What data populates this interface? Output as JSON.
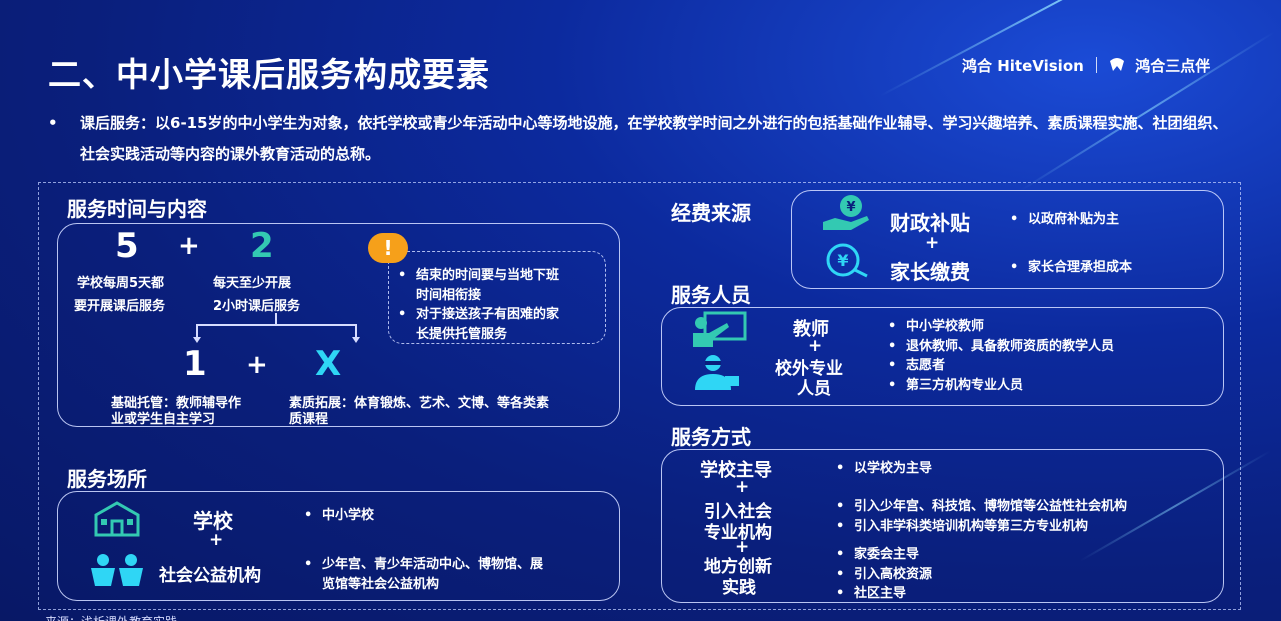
{
  "header": {
    "title": "二、中小学课后服务构成要素",
    "logo_hitevision": "鸿合 HiteVision",
    "logo_partner": "鸿合三点伴"
  },
  "intro": {
    "bullet": "•",
    "text": "课后服务：以6-15岁的中小学生为对象，依托学校或青少年活动中心等场地设施，在学校教学时间之外进行的包括基础作业辅导、学习兴趣培养、素质课程实施、社团组织、社会实践活动等内容的课外教育活动的总称。"
  },
  "time_content": {
    "heading": "服务时间与内容",
    "num_5": "5",
    "plus_1": "+",
    "num_2": "2",
    "desc_5_line1": "学校每周5天都",
    "desc_5_line2": "要开展课后服务",
    "desc_2_line1": "每天至少开展",
    "desc_2_line2": "2小时课后服务",
    "num_1": "1",
    "plus_2": "+",
    "num_x": "X",
    "desc_1_line1": "基础托管：教师辅导作",
    "desc_1_line2": "业或学生自主学习",
    "desc_x_line1": "素质拓展：体育锻炼、艺术、文博、等各类素",
    "desc_x_line2": "质课程",
    "warn_mark": "!",
    "notes": [
      "结束的时间要与当地下班",
      "时间相衔接",
      "对于接送孩子有困难的家",
      "长提供托管服务"
    ]
  },
  "venue": {
    "heading": "服务场所",
    "school": "学校",
    "plus": "+",
    "org": "社会公益机构",
    "school_items": [
      "中小学校"
    ],
    "org_items": [
      "少年宫、青少年活动中心、博物馆、展",
      "览馆等社会公益机构"
    ]
  },
  "funding": {
    "heading": "经费来源",
    "gov": "财政补贴",
    "plus": "+",
    "parent": "家长缴费",
    "gov_item": "以政府补贴为主",
    "parent_item": "家长合理承担成本"
  },
  "staff": {
    "heading": "服务人员",
    "teacher": "教师",
    "plus": "+",
    "external_line1": "校外专业",
    "external_line2": "人员",
    "items": [
      "中小学校教师",
      "退休教师、具备教师资质的教学人员",
      "志愿者",
      "第三方机构专业人员"
    ]
  },
  "mode": {
    "heading": "服务方式",
    "school_led": "学校主导",
    "plus_1": "+",
    "social_line1": "引入社会",
    "social_line2": "专业机构",
    "plus_2": "+",
    "local_line1": "地方创新",
    "local_line2": "实践",
    "school_items": [
      "以学校为主导"
    ],
    "social_items": [
      "引入少年宫、科技馆、博物馆等公益性社会机构",
      "引入非学科类培训机构等第三方专业机构"
    ],
    "local_items": [
      "家委会主导",
      "引入高校资源",
      "社区主导"
    ]
  },
  "footer": {
    "source": "来源：浅析课外教育实践"
  },
  "colors": {
    "background": "#0a1f7c",
    "accent_cyan": "#2fd6f5",
    "accent_green": "#33c9b2",
    "warning": "#f6a01a"
  }
}
